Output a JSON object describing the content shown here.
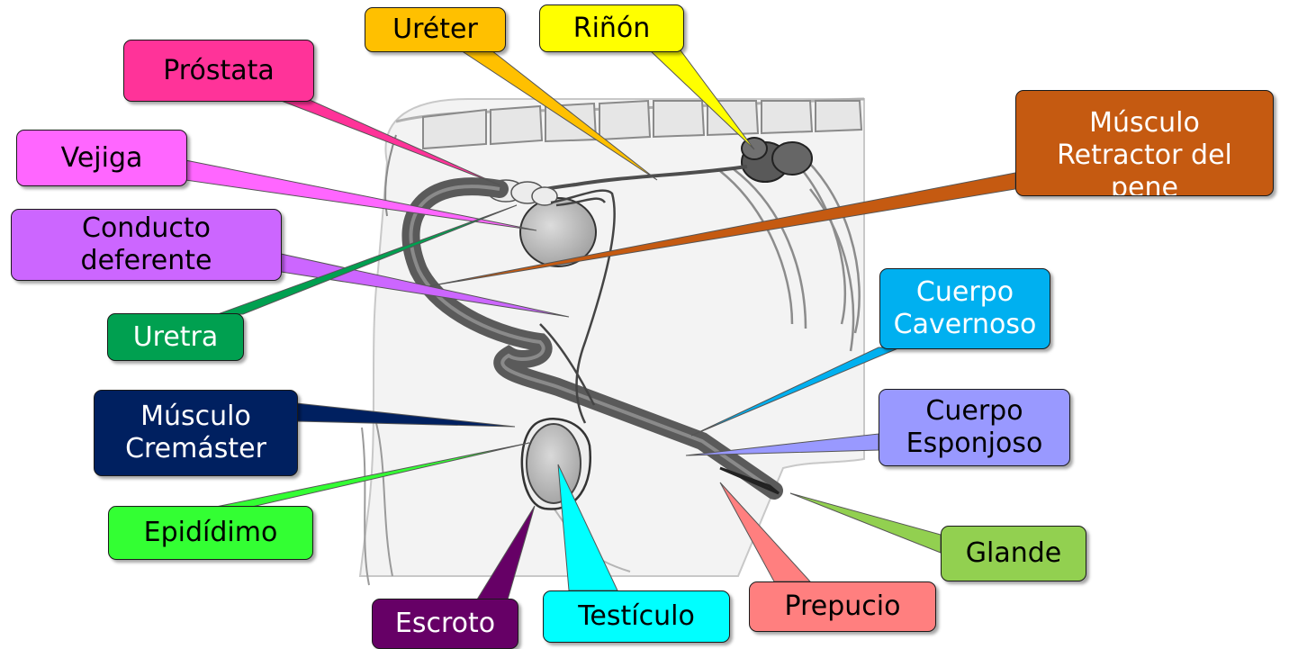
{
  "labels": {
    "ureter": {
      "text": "Uréter",
      "color": "#ffc000",
      "text_color": "#000000"
    },
    "rinon": {
      "text": "Riñón",
      "color": "#ffff00",
      "text_color": "#000000"
    },
    "prostata": {
      "text": "Próstata",
      "color": "#ff3399",
      "text_color": "#000000"
    },
    "musculo_retractor": {
      "text": "Músculo\nRetractor del\npene",
      "color": "#c55a11",
      "text_color": "#ffffff"
    },
    "vejiga": {
      "text": "Vejiga",
      "color": "#ff66ff",
      "text_color": "#000000"
    },
    "conducto_deferente": {
      "text": "Conducto\ndeferente",
      "color": "#cc66ff",
      "text_color": "#000000"
    },
    "uretra": {
      "text": "Uretra",
      "color": "#00a050",
      "text_color": "#ffffff"
    },
    "cuerpo_cavernoso": {
      "text": "Cuerpo\nCavernoso",
      "color": "#00b0f0",
      "text_color": "#ffffff"
    },
    "musculo_cremaster": {
      "text": "Músculo\nCremáster",
      "color": "#002060",
      "text_color": "#ffffff"
    },
    "cuerpo_esponjoso": {
      "text": "Cuerpo\nEsponjoso",
      "color": "#9999ff",
      "text_color": "#000000"
    },
    "epididimo": {
      "text": "Epidídimo",
      "color": "#33ff33",
      "text_color": "#000000"
    },
    "glande": {
      "text": "Glande",
      "color": "#92d050",
      "text_color": "#000000"
    },
    "escroto": {
      "text": "Escroto",
      "color": "#660066",
      "text_color": "#ffffff"
    },
    "testiculo": {
      "text": "Testículo",
      "color": "#00ffff",
      "text_color": "#000000"
    },
    "prepucio": {
      "text": "Prepucio",
      "color": "#ff7f7f",
      "text_color": "#000000"
    }
  }
}
